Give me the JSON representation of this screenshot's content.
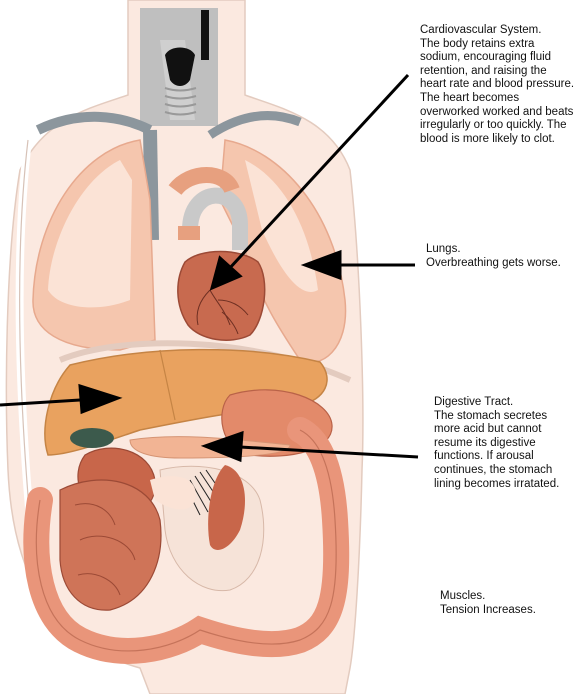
{
  "callouts": {
    "cardiovascular": {
      "title": "Cardiovascular System.",
      "body": "The body retains extra sodium, encouraging fluid retention, and raising the heart rate and blood pressure. The heart becomes overworked worked and beats irregularly or too quickly. The blood is more likely to clot."
    },
    "lungs": {
      "title": "Lungs.",
      "body": "Overbreathing gets worse."
    },
    "digestive": {
      "title": "Digestive Tract.",
      "body": "The stomach secretes more acid but cannot resume its digestive functions. If arousal continues, the stomach lining becomes irratated."
    },
    "muscles": {
      "title": "Muscles.",
      "body": "Tension Increases."
    }
  },
  "colors": {
    "skin": "#fbe9e0",
    "lung": "#f5c6ae",
    "heart": "#c86a4f",
    "liver": "#e9a25f",
    "intestine": "#d98466",
    "vessel": "#8c969d",
    "arrow": "#000000"
  }
}
